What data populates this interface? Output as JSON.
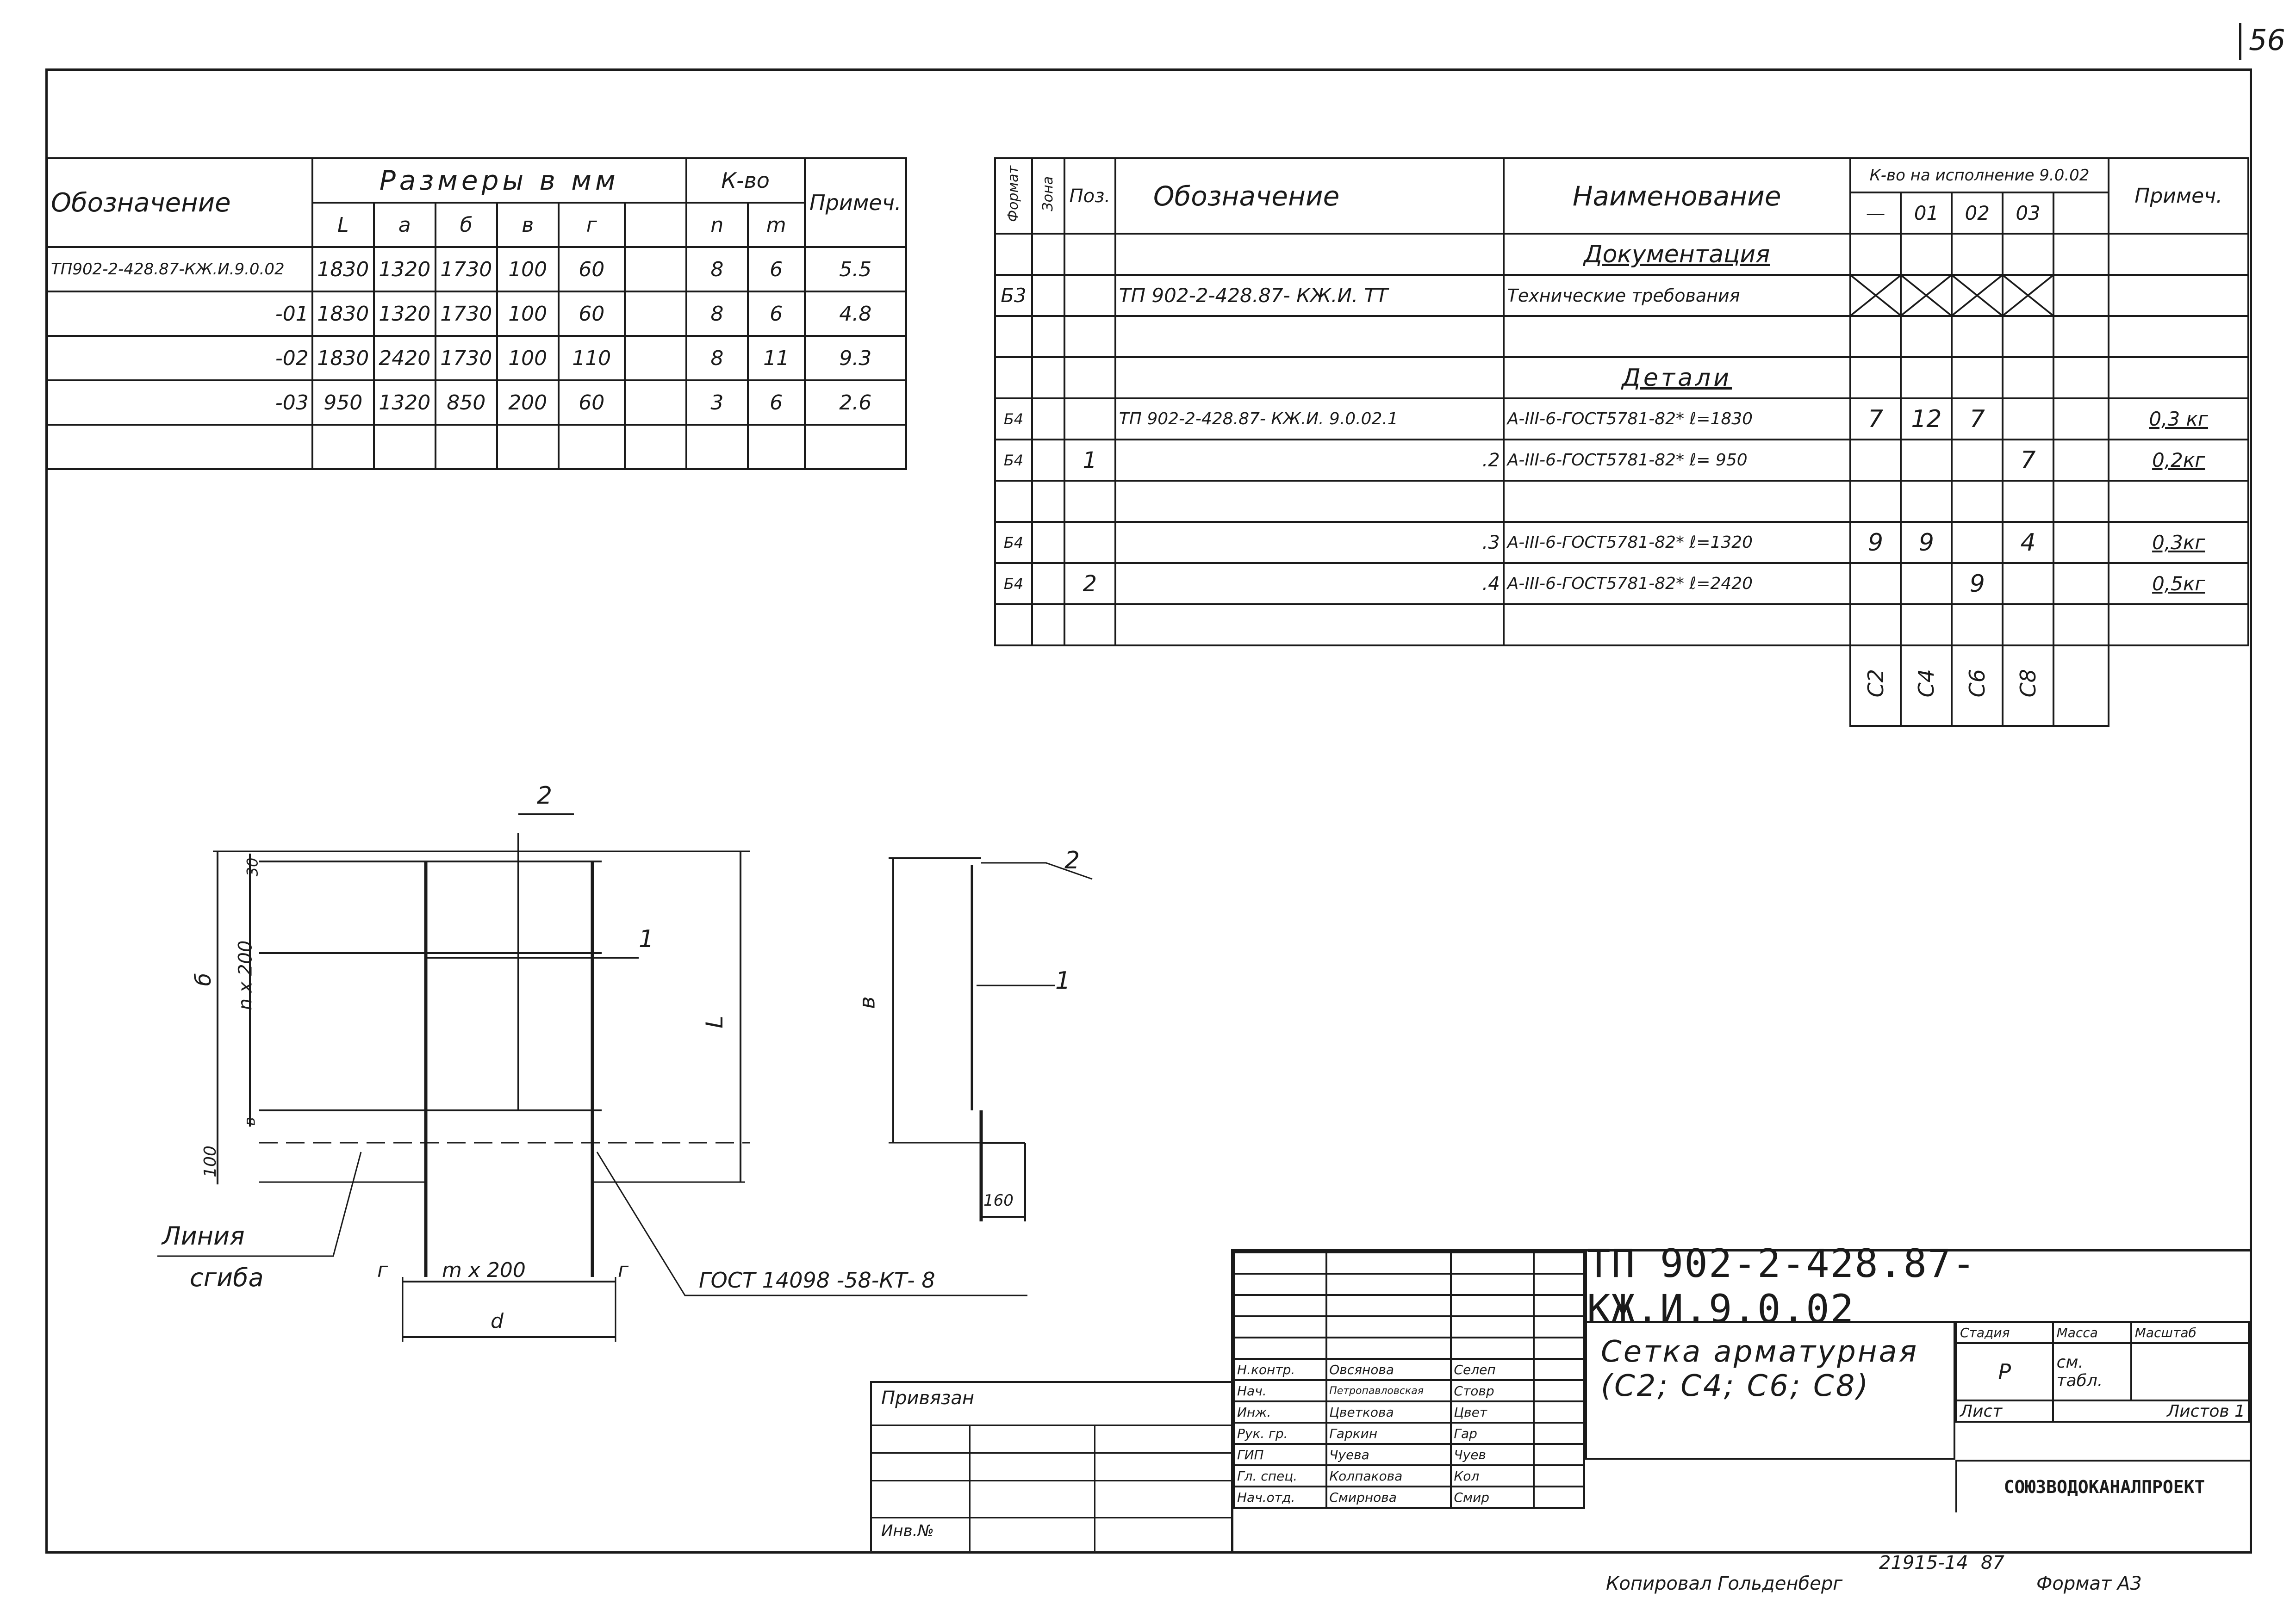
{
  "page_number": "56",
  "dims_table": {
    "headers": {
      "designation": "Обозначение",
      "sizes": "Размеры в мм",
      "count": "К-во",
      "note": "Примеч."
    },
    "sub_headers": [
      "L",
      "a",
      "б",
      "в",
      "г",
      "",
      "n",
      "m"
    ],
    "rows": [
      {
        "designation": "ТП902-2-428.87-КЖ.И.9.0.02",
        "L": "1830",
        "a": "1320",
        "b": "1730",
        "v": "100",
        "g": "60",
        "e": "",
        "n": "8",
        "m": "6",
        "note": "5.5"
      },
      {
        "designation": "-01",
        "L": "1830",
        "a": "1320",
        "b": "1730",
        "v": "100",
        "g": "60",
        "e": "",
        "n": "8",
        "m": "6",
        "note": "4.8"
      },
      {
        "designation": "-02",
        "L": "1830",
        "a": "2420",
        "b": "1730",
        "v": "100",
        "g": "110",
        "e": "",
        "n": "8",
        "m": "11",
        "note": "9.3"
      },
      {
        "designation": "-03",
        "L": "950",
        "a": "1320",
        "b": "850",
        "v": "200",
        "g": "60",
        "e": "",
        "n": "3",
        "m": "6",
        "note": "2.6"
      },
      {
        "designation": "",
        "L": "",
        "a": "",
        "b": "",
        "v": "",
        "g": "",
        "e": "",
        "n": "",
        "m": "",
        "note": ""
      }
    ]
  },
  "spec_table": {
    "headers": {
      "format": "Формат",
      "zone": "Зона",
      "pos": "Поз.",
      "designation": "Обозначение",
      "name": "Наименование",
      "qty_by_variant": "К-во на исполнение 9.0.02",
      "note": "Примеч."
    },
    "variant_cols": [
      "—",
      "01",
      "02",
      "03",
      ""
    ],
    "rows": [
      {
        "format": "",
        "zone": "",
        "pos": "",
        "designation": "",
        "name": "Документация",
        "q": [
          "",
          "",
          "",
          "",
          ""
        ],
        "note": "",
        "kind": "section"
      },
      {
        "format": "Б3",
        "zone": "",
        "pos": "",
        "designation": "ТП 902-2-428.87- КЖ.И. ТТ",
        "name": "Технические требования",
        "q": [
          "X",
          "X",
          "X",
          "X",
          ""
        ],
        "note": "",
        "kind": "xrow"
      },
      {
        "format": "",
        "zone": "",
        "pos": "",
        "designation": "",
        "name": "",
        "q": [
          "",
          "",
          "",
          "",
          ""
        ],
        "note": "",
        "kind": "blank"
      },
      {
        "format": "",
        "zone": "",
        "pos": "",
        "designation": "",
        "name": "Детали",
        "q": [
          "",
          "",
          "",
          "",
          ""
        ],
        "note": "",
        "kind": "section"
      },
      {
        "format": "Б4",
        "zone": "",
        "pos": "",
        "designation": "ТП 902-2-428.87- КЖ.И. 9.0.02.1",
        "name": "А-III-6-ГОСТ5781-82* ℓ=1830",
        "q": [
          "7",
          "12",
          "7",
          "",
          ""
        ],
        "note": "0,3 кг",
        "kind": "data"
      },
      {
        "format": "Б4",
        "zone": "",
        "pos": "1",
        "designation": ".2",
        "name": "А-III-6-ГОСТ5781-82* ℓ= 950",
        "q": [
          "",
          "",
          "",
          "7",
          ""
        ],
        "note": "0,2кг",
        "kind": "data"
      },
      {
        "format": "",
        "zone": "",
        "pos": "",
        "designation": "",
        "name": "",
        "q": [
          "",
          "",
          "",
          "",
          ""
        ],
        "note": "",
        "kind": "blank"
      },
      {
        "format": "Б4",
        "zone": "",
        "pos": "",
        "designation": ".3",
        "name": "А-III-6-ГОСТ5781-82* ℓ=1320",
        "q": [
          "9",
          "9",
          "",
          "4",
          ""
        ],
        "note": "0,3кг",
        "kind": "data"
      },
      {
        "format": "Б4",
        "zone": "",
        "pos": "2",
        "designation": ".4",
        "name": "А-III-6-ГОСТ5781-82* ℓ=2420",
        "q": [
          "",
          "",
          "9",
          "",
          ""
        ],
        "note": "0,5кг",
        "kind": "data"
      },
      {
        "format": "",
        "zone": "",
        "pos": "",
        "designation": "",
        "name": "",
        "q": [
          "",
          "",
          "",
          "",
          ""
        ],
        "note": "",
        "kind": "blank"
      }
    ],
    "footer_marks": [
      "С2",
      "С4",
      "С6",
      "С8",
      ""
    ]
  },
  "drawing": {
    "dim_b": "б",
    "dim_30": "30",
    "dim_nx200": "n x 200",
    "dim_v": "в",
    "dim_100": "100",
    "pos_2": "2",
    "pos_1": "1",
    "dim_L": "L",
    "dim_g_left": "г",
    "dim_mx200": "m x 200",
    "dim_g_right": "г",
    "dim_d": "d",
    "bend_line_1": "Линия",
    "bend_line_2": "сгиба",
    "weld_note": "ГОСТ 14098 -58-КТ- 8",
    "side_v": "в",
    "side_160": "160",
    "side_2": "2",
    "side_1": "1"
  },
  "title_block": {
    "doc_code": "ТП 902-2-428.87- КЖ.И.9.0.02",
    "title_line1": "Сетка арматурная",
    "title_line2": "(С2; С4; С6; С8)",
    "stage_label": "Стадия",
    "mass_label": "Масса",
    "scale_label": "Масштаб",
    "stage": "Р",
    "mass_line1": "см.",
    "mass_line2": "табл.",
    "sheet_label": "Лист",
    "sheets_label": "Листов 1",
    "org": "СОЮЗВОДОКАНАЛПРОЕКТ",
    "signatures": [
      {
        "role": "Н.контр.",
        "name": "Овсянова",
        "sign": "Селеп"
      },
      {
        "role": "Нач.",
        "name": "Петропавловская",
        "sign": "Стовр"
      },
      {
        "role": "Инж.",
        "name": "Цветкова",
        "sign": "Цвет"
      },
      {
        "role": "Рук. гр.",
        "name": "Гаркин",
        "sign": "Гар"
      },
      {
        "role": "ГИП",
        "name": "Чуева",
        "sign": "Чуев"
      },
      {
        "role": "Гл. спец.",
        "name": "Колпакова",
        "sign": "Кол"
      },
      {
        "role": "Нач.отд.",
        "name": "Смирнова",
        "sign": "Смир"
      }
    ],
    "left_stamp_1": "Привязан",
    "left_stamp_2": "Инв.№"
  },
  "footer": {
    "archive_no": "21915-14",
    "year": "87",
    "copied": "Копировал Гольденберг",
    "format": "Формат А3"
  }
}
